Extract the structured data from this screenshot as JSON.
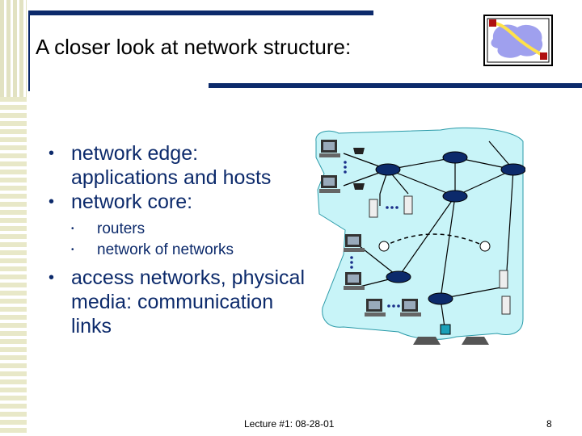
{
  "slide": {
    "title": "A closer look at network structure:",
    "bullets": [
      {
        "level": 1,
        "text": "network edge: applications and hosts"
      },
      {
        "level": 1,
        "text": "network core:"
      },
      {
        "level": 2,
        "text": "routers"
      },
      {
        "level": 2,
        "text": "network of networks"
      },
      {
        "level": 1,
        "text": "access networks, physical media: communication links"
      }
    ],
    "footer": "Lecture #1: 08-28-01",
    "page_number": "8"
  },
  "colors": {
    "accent_bar": "#0c2a6b",
    "bullet_text": "#0c2a6b",
    "cloud_fill": "#c8f4f8",
    "router_fill": "#0c2a6b"
  }
}
